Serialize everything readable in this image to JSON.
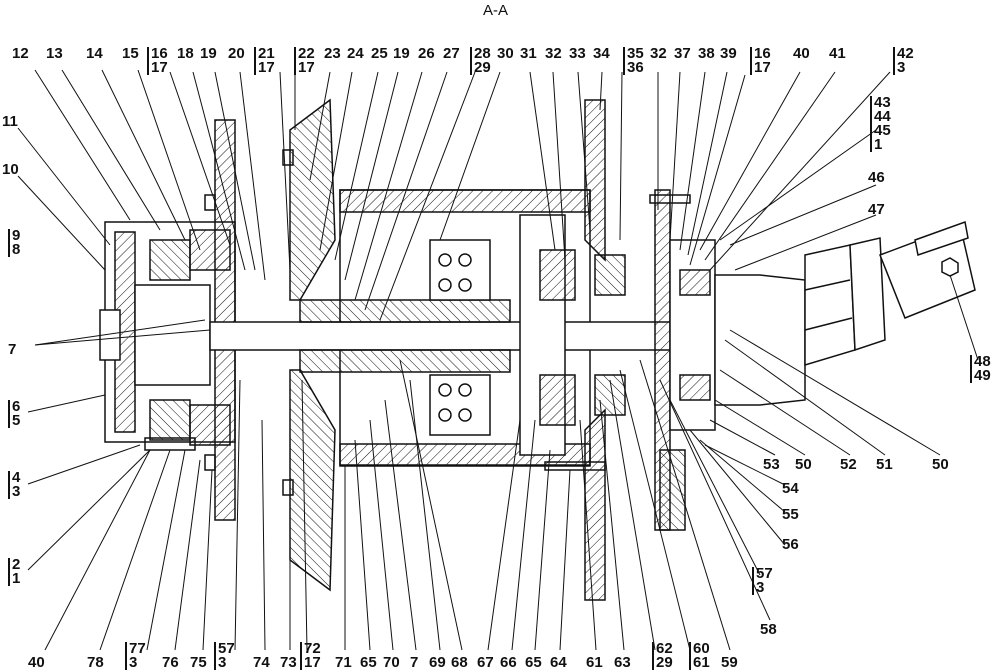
{
  "title": "A-A",
  "labels": {
    "top": [
      [
        "12"
      ],
      [
        "13"
      ],
      [
        "14"
      ],
      [
        "15"
      ],
      [
        "16",
        "17"
      ],
      [
        "18"
      ],
      [
        "19"
      ],
      [
        "20"
      ],
      [
        "21",
        "17"
      ],
      [
        "22",
        "17"
      ],
      [
        "23"
      ],
      [
        "24"
      ],
      [
        "25"
      ],
      [
        "19"
      ],
      [
        "26"
      ],
      [
        "27"
      ],
      [
        "28",
        "29"
      ],
      [
        "30"
      ],
      [
        "31"
      ],
      [
        "32"
      ],
      [
        "33"
      ],
      [
        "34"
      ],
      [
        "35",
        "36"
      ],
      [
        "32"
      ],
      [
        "37"
      ],
      [
        "38"
      ],
      [
        "39"
      ],
      [
        "16",
        "17"
      ],
      [
        "40"
      ],
      [
        "41"
      ],
      [
        "42",
        "3"
      ]
    ],
    "left": [
      [
        "11"
      ],
      [
        "10"
      ],
      [
        "9",
        "8"
      ],
      [
        "7"
      ],
      [
        "6",
        "5"
      ],
      [
        "4",
        "3"
      ],
      [
        "2",
        "1"
      ]
    ],
    "right": [
      [
        "43",
        "44",
        "45",
        "1"
      ],
      [
        "46"
      ],
      [
        "47"
      ],
      [
        "48",
        "49"
      ],
      [
        "53"
      ],
      [
        "50"
      ],
      [
        "52"
      ],
      [
        "51"
      ],
      [
        "50"
      ],
      [
        "54"
      ],
      [
        "55"
      ],
      [
        "56"
      ],
      [
        "57",
        "3"
      ],
      [
        "58"
      ]
    ],
    "bottom": [
      [
        "40"
      ],
      [
        "78"
      ],
      [
        "77",
        "3"
      ],
      [
        "76"
      ],
      [
        "75"
      ],
      [
        "57",
        "3"
      ],
      [
        "74"
      ],
      [
        "73"
      ],
      [
        "72",
        "17"
      ],
      [
        "71"
      ],
      [
        "65"
      ],
      [
        "70"
      ],
      [
        "7"
      ],
      [
        "69"
      ],
      [
        "68"
      ],
      [
        "67"
      ],
      [
        "66"
      ],
      [
        "65"
      ],
      [
        "64"
      ],
      [
        "61"
      ],
      [
        "63"
      ],
      [
        "62",
        "29"
      ],
      [
        "60",
        "61"
      ],
      [
        "59"
      ]
    ]
  }
}
